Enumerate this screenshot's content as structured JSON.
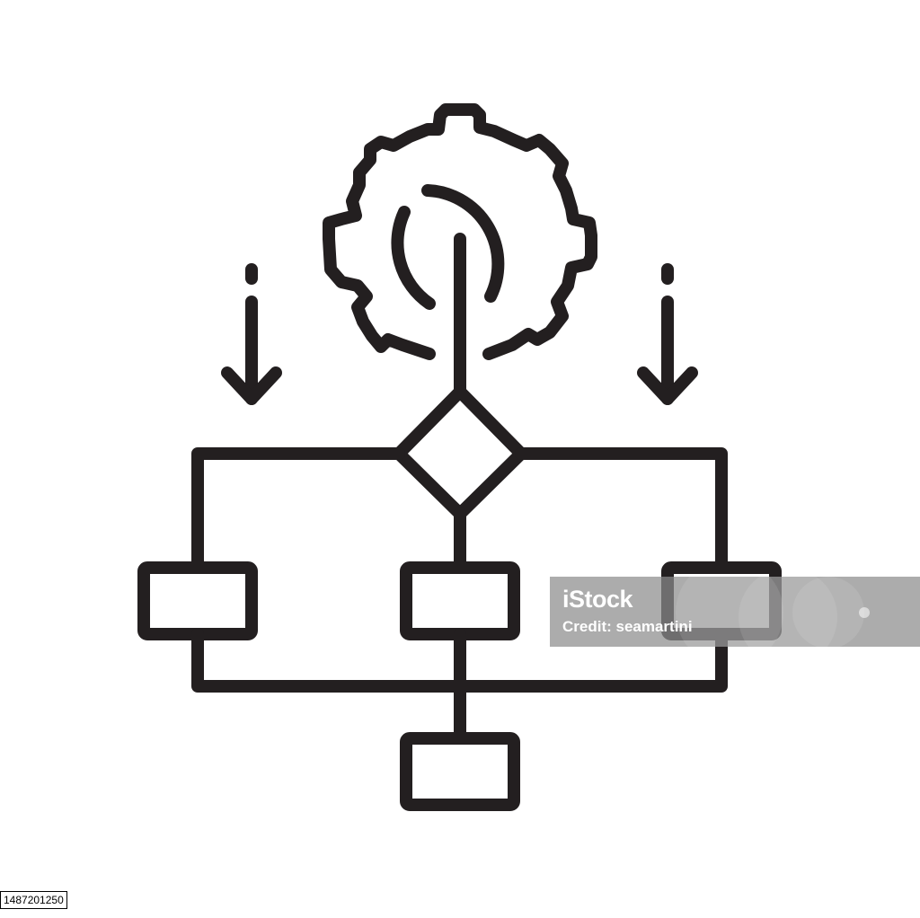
{
  "colors": {
    "stroke": "#231f20",
    "background": "#ffffff",
    "watermark_bg": "#8c8c8c"
  },
  "diagram": {
    "icons": [
      "gear-icon",
      "decision-diamond",
      "arrow-down-icon",
      "arrow-down-icon",
      "process-box",
      "process-box",
      "process-box",
      "process-box"
    ]
  },
  "watermark": {
    "logo": "iStock",
    "credit": "Credit: seamartini"
  },
  "stock_id": "1487201250"
}
